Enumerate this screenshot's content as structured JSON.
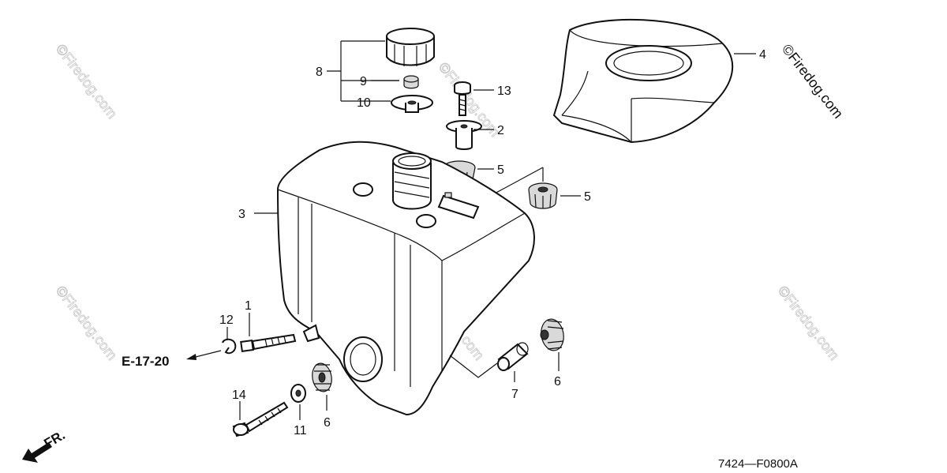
{
  "diagram": {
    "part_labels": {
      "p1": "1",
      "p2": "2",
      "p3": "3",
      "p4": "4",
      "p5a": "5",
      "p5b": "5",
      "p6a": "6",
      "p6b": "6",
      "p7": "7",
      "p8": "8",
      "p9": "9",
      "p10": "10",
      "p11": "11",
      "p12": "12",
      "p13": "13",
      "p14": "14"
    },
    "reference": "E-17-20",
    "front_marker": "FR.",
    "drawing_code": "7424—F0800A",
    "watermark": "©Firedog.com"
  }
}
